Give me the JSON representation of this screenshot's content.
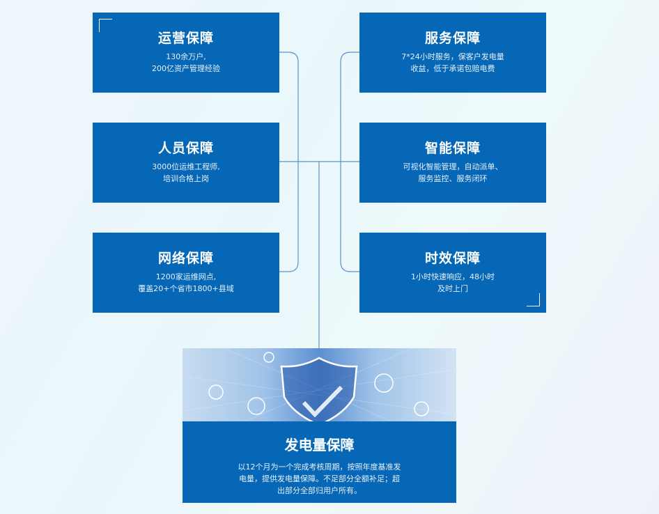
{
  "cards": [
    {
      "title": "运营保障",
      "line1": "130余万户,",
      "line2": "200亿资产管理经验"
    },
    {
      "title": "人员保障",
      "line1": "3000位运维工程师,",
      "line2": "培训合格上岗"
    },
    {
      "title": "网络保障",
      "line1": "1200家运维网点,",
      "line2": "覆盖20+个省市1800+县域"
    },
    {
      "title": "服务保障",
      "line1": "7*24小时服务，保客户发电量",
      "line2": "收益，低于承诺包赔电费"
    },
    {
      "title": "智能保障",
      "line1": "可视化智能管理，自动派单、",
      "line2": "服务监控、服务闭环"
    },
    {
      "title": "时效保障",
      "line1": "1小时快速响应，48小时",
      "line2": "及时上门"
    }
  ],
  "main": {
    "title": "发电量保障",
    "description": "以12个月为一个完成考核周期，按照年度基准发电量，提供发电量保障。不足部分全额补足；超出部分全部归用户所有。"
  },
  "colors": {
    "card": "#0567b5",
    "line": "#5b92c9"
  }
}
